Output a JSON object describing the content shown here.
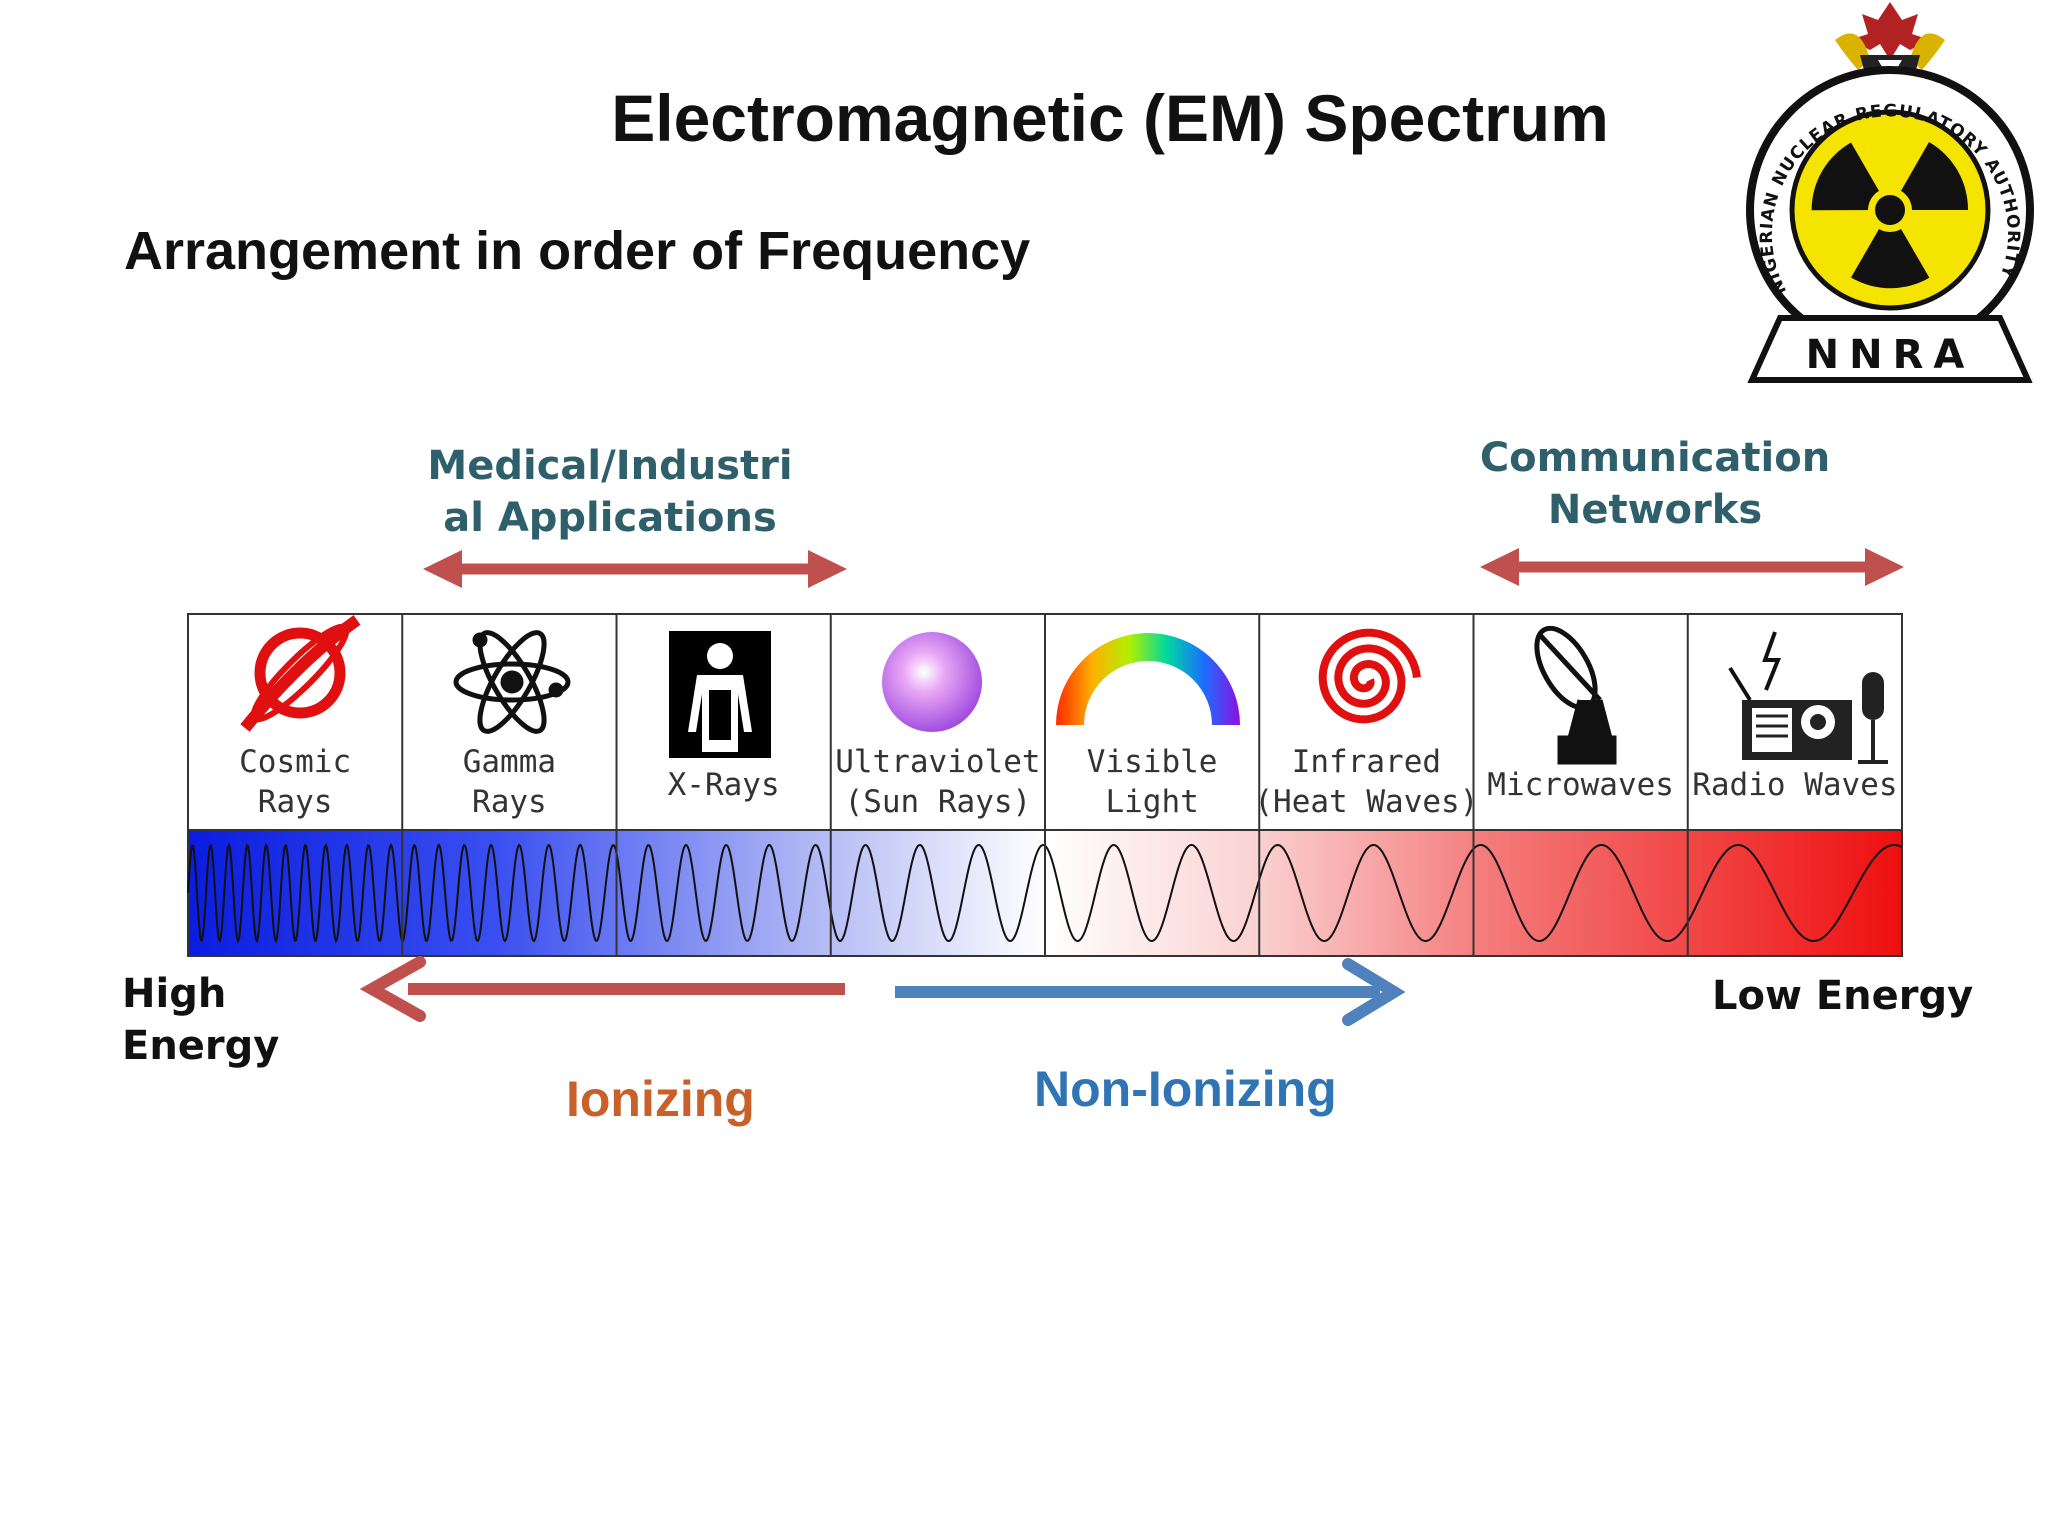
{
  "slide": {
    "title": "Electromagnetic (EM) Spectrum",
    "subtitle": "Arrangement in order of Frequency"
  },
  "logo": {
    "acronym": "NNRA",
    "ring_text": "NIGERIAN NUCLEAR REGULATORY AUTHORITY",
    "colors": {
      "yellow": "#f5e400",
      "black": "#111111"
    }
  },
  "applications": [
    {
      "label_line1": "Medical/Industri",
      "label_line2": "al Applications"
    },
    {
      "label_line1": "Communication",
      "label_line2": "Networks"
    }
  ],
  "spectrum": [
    {
      "line1": "Cosmic",
      "line2": "Rays",
      "icon": "cosmic-ray-icon"
    },
    {
      "line1": "Gamma",
      "line2": "Rays",
      "icon": "atom-icon"
    },
    {
      "line1": "X-Rays",
      "line2": "",
      "icon": "xray-person-icon"
    },
    {
      "line1": "Ultraviolet",
      "line2": "(Sun Rays)",
      "icon": "purple-sphere-icon"
    },
    {
      "line1": "Visible",
      "line2": "Light",
      "icon": "rainbow-icon"
    },
    {
      "line1": "Infrared",
      "line2": "(Heat Waves)",
      "icon": "spiral-icon"
    },
    {
      "line1": "Microwaves",
      "line2": "",
      "icon": "satellite-dish-icon"
    },
    {
      "line1": "Radio Waves",
      "line2": "",
      "icon": "radio-icon"
    }
  ],
  "energy": {
    "high_line1": "High",
    "high_line2": "Energy",
    "low": "Low Energy"
  },
  "ionizing": {
    "label": "Ionizing",
    "color": "#c8602a"
  },
  "non_ionizing": {
    "label": "Non-Ionizing",
    "color": "#2f74b5"
  },
  "arrow_colors": {
    "red": "#c0504d",
    "blue": "#4f81bd"
  }
}
